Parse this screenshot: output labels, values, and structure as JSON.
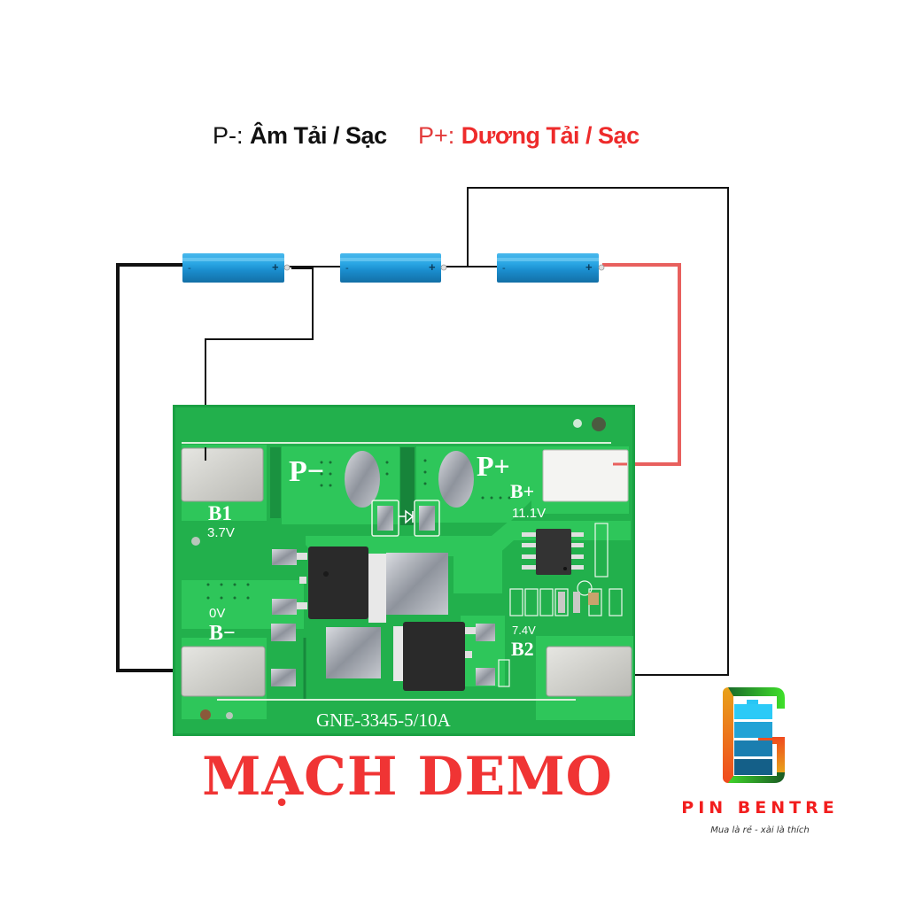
{
  "legend": {
    "negative": {
      "symbol": "P-:",
      "text": "Âm Tải / Sạc"
    },
    "positive": {
      "symbol": "P+:",
      "text": "Dương Tải / Sạc"
    }
  },
  "batteries": [
    {
      "neg_mark": "-",
      "pos_mark": "+"
    },
    {
      "neg_mark": "-",
      "pos_mark": "+"
    },
    {
      "neg_mark": "-",
      "pos_mark": "+"
    }
  ],
  "pcb": {
    "pads": {
      "b1": {
        "name": "B1",
        "voltage": "3.7V"
      },
      "b_minus": {
        "name": "B−",
        "voltage": "0V"
      },
      "b_plus": {
        "name": "B+",
        "voltage": "11.1V"
      },
      "b2": {
        "name": "B2",
        "voltage": "7.4V"
      }
    },
    "p_minus_label": "P−",
    "p_plus_label": "P+",
    "model": "GNE-3345-5/10A"
  },
  "title": "MẠCH DEMO",
  "brand": {
    "name": "PIN BENTRE",
    "slogan": "Mua là rẻ - xài là thích"
  },
  "colors": {
    "pcb_green": "#1fb24a",
    "wire_black": "#111111",
    "wire_red": "#e85a5a",
    "battery_blue": "#1e93d2",
    "title_red": "#f03434"
  }
}
